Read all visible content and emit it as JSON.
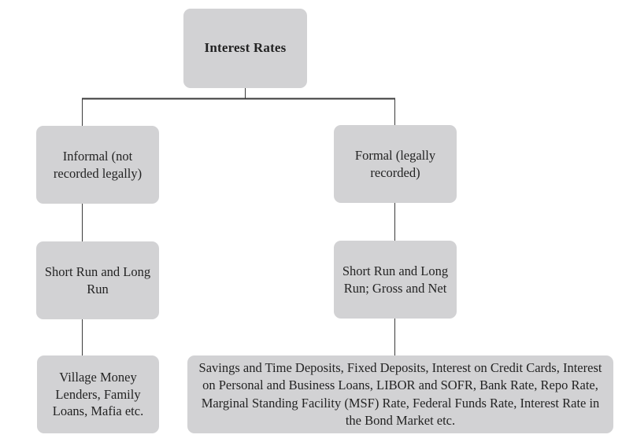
{
  "diagram": {
    "title": "Interest Rates classification hierarchy",
    "colors": {
      "background": "#ffffff",
      "node_fill": "#d2d2d4",
      "node_text": "#232323",
      "connector": "#3a3a3a"
    },
    "nodes": {
      "root": {
        "id": "interest-rates",
        "label": "Interest Rates",
        "level": 1
      },
      "informal": {
        "id": "informal",
        "label": "Informal (not recorded legally)",
        "level": 2
      },
      "formal": {
        "id": "formal",
        "label": "Formal (legally recorded)",
        "level": 2
      },
      "informal_term": {
        "id": "informal-term",
        "label": "Short Run and Long Run",
        "level": 3
      },
      "formal_term": {
        "id": "formal-term",
        "label": "Short Run and Long Run; Gross and Net",
        "level": 3
      },
      "informal_examples": {
        "id": "informal-examples",
        "label": "Village Money Lenders, Family Loans, Mafia etc.",
        "level": 4
      },
      "formal_examples": {
        "id": "formal-examples",
        "label": "Savings and Time Deposits, Fixed Deposits, Interest on Credit Cards, Interest on Personal and Business Loans, LIBOR and SOFR, Bank Rate, Repo Rate, Marginal Standing Facility (MSF) Rate, Federal Funds Rate, Interest Rate in the Bond Market etc.",
        "level": 4
      }
    },
    "edges": [
      {
        "id": "root-to-informal",
        "from": "interest-rates",
        "to": "informal"
      },
      {
        "id": "root-to-formal",
        "from": "interest-rates",
        "to": "formal"
      },
      {
        "id": "informal-to-term",
        "from": "informal",
        "to": "informal-term"
      },
      {
        "id": "formal-to-term",
        "from": "formal",
        "to": "formal-term"
      },
      {
        "id": "informal-term-to-examples",
        "from": "informal-term",
        "to": "informal-examples"
      },
      {
        "id": "formal-term-to-examples",
        "from": "formal-term",
        "to": "formal-examples"
      }
    ]
  }
}
